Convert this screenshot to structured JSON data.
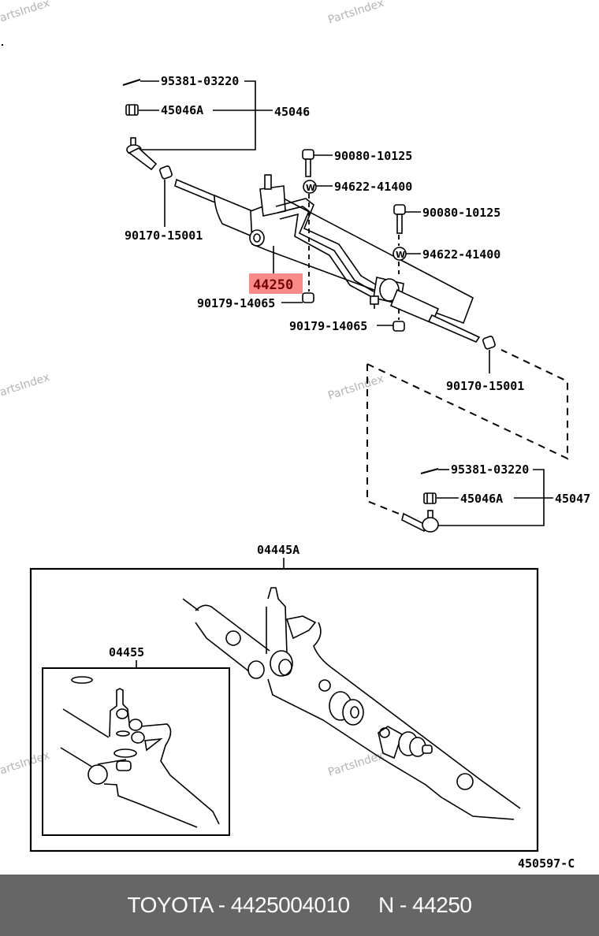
{
  "watermark": "PartsIndex",
  "upper_assembly": {
    "left_tie_rod_end": {
      "group_label": "45046",
      "cotter_pin": "95381-03220",
      "nut": "45046A"
    },
    "left_jam_nut": "90170-15001",
    "bolt_upper": "90080-10125",
    "washer_upper": "94622-41400",
    "bolt_right": "90080-10125",
    "washer_right": "94622-41400",
    "main_part": "44250",
    "nut_left": "90179-14065",
    "nut_right": "90179-14065",
    "right_jam_nut": "90170-15001",
    "right_tie_rod_end": {
      "group_label": "45047",
      "cotter_pin": "95381-03220",
      "nut": "45046A"
    }
  },
  "lower_kits": {
    "gasket_kit_label": "04445A",
    "seal_kit_label": "04455"
  },
  "illustration_code": "450597-C",
  "footer": {
    "text": "TOYOTA - 4425004010     N - 44250"
  },
  "colors": {
    "highlight": "#f88a8a",
    "highlight_text": "#7a0000",
    "footer_bg": "#666666"
  }
}
